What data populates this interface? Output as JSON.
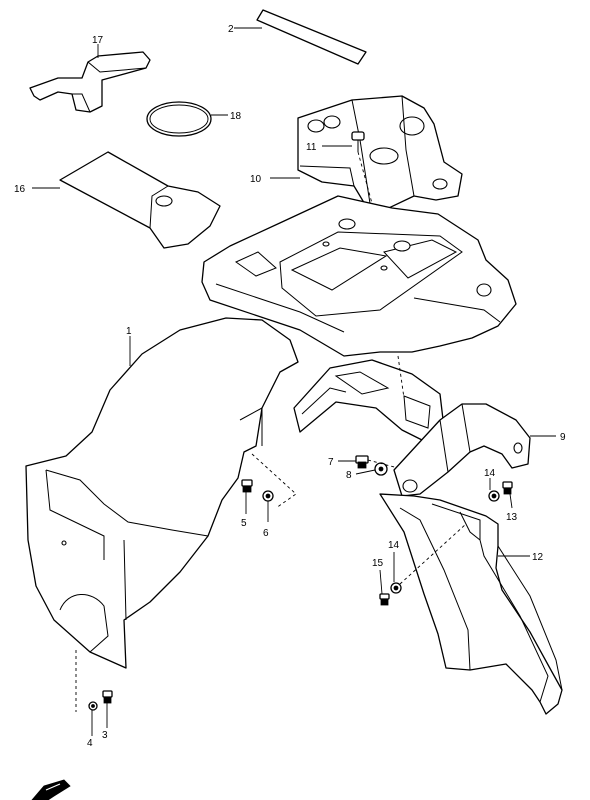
{
  "callouts": {
    "c1": "1",
    "c2": "2",
    "c3": "3",
    "c4": "4",
    "c5": "5",
    "c6": "6",
    "c7": "7",
    "c8": "8",
    "c9": "9",
    "c10": "10",
    "c11": "11",
    "c12": "12",
    "c13": "13",
    "c14a": "14",
    "c14b": "14",
    "c15": "15",
    "c16": "16",
    "c17": "17",
    "c18": "18"
  },
  "icons": {
    "front_arrow": "front-arrow-icon"
  }
}
